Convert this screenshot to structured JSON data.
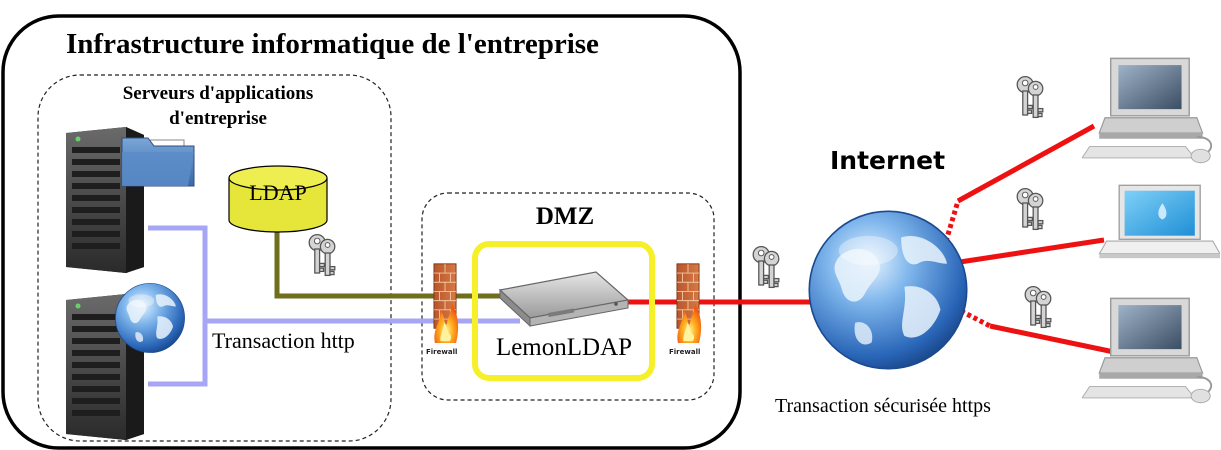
{
  "title": "Infrastructure informatique de l'entreprise",
  "zones": {
    "servers": "Serveurs d'applications d'entreprise",
    "dmz": "DMZ",
    "internet": "Internet"
  },
  "nodes": {
    "ldap": "LDAP",
    "lemonldap": "LemonLDAP",
    "firewall_left": "Firewall",
    "firewall_right": "Firewall"
  },
  "links": {
    "http": "Transaction http",
    "https": "Transaction sécurisée https"
  },
  "colors": {
    "http_link": "#a6a6f5",
    "ldap_link": "#6e6e1c",
    "https_link": "#ee1111",
    "lemonldap_highlight": "#f5f02a",
    "ldap_fill": "#e5e53a"
  },
  "icons": [
    "server-icon",
    "folder-icon",
    "globe-icon",
    "key-icon",
    "firewall-icon",
    "network-appliance-icon",
    "desktop-computer-icon",
    "laptop-icon"
  ]
}
